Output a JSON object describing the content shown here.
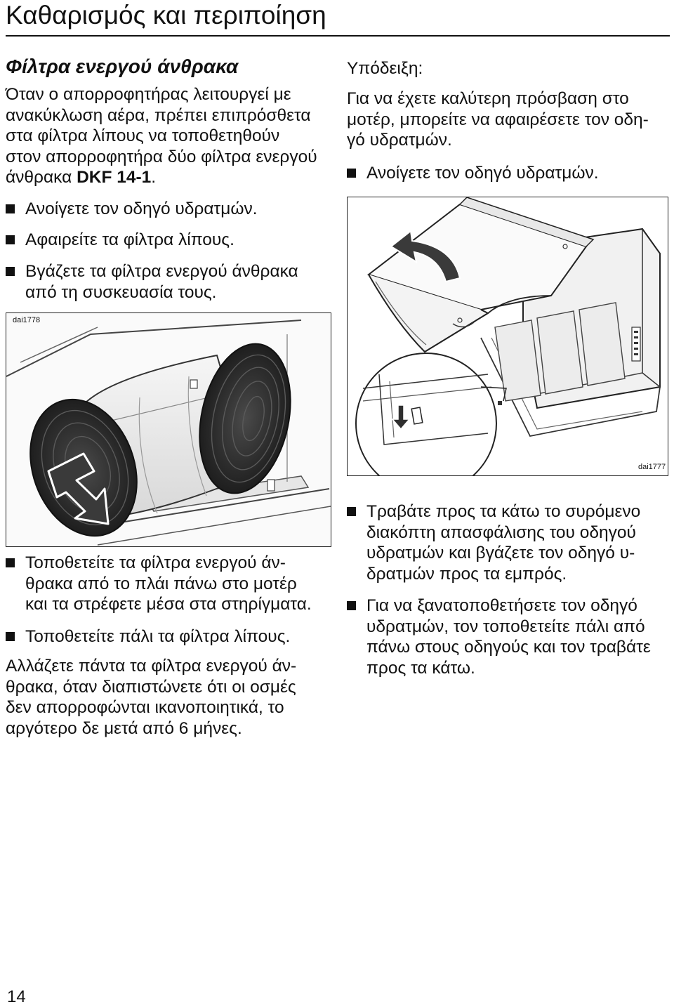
{
  "page_title": "Καθαρισμός και περιποίηση",
  "section_heading": "Φίλτρα ενεργού άνθρακα",
  "intro": {
    "lines": [
      "Όταν ο απορροφητήρας λειτουργεί με",
      "ανακύκλωση αέρα, πρέπει επιπρόσθετα",
      "στα φίλτρα λίπους να τοποθετηθούν",
      "στον απορροφητήρα δύο φίλτρα ενεργού"
    ],
    "last_line_prefix": "άνθρακα ",
    "model": "DKF 14-1",
    "last_line_suffix": "."
  },
  "left_steps_top": [
    {
      "lines": [
        "Ανοίγετε τον οδηγό υδρατμών."
      ]
    },
    {
      "lines": [
        "Αφαιρείτε τα φίλτρα λίπους."
      ]
    },
    {
      "lines": [
        "Βγάζετε τα φίλτρα ενεργού άνθρακα",
        "από τη συσκευασία τους."
      ]
    }
  ],
  "figure_left_label": "dai1778",
  "left_steps_bottom": [
    {
      "lines": [
        "Τοποθετείτε τα φίλτρα ενεργού άν-",
        "θρακα από το πλάι πάνω στο μοτέρ",
        "και τα στρέφετε μέσα στα στηρίγματα."
      ]
    },
    {
      "lines": [
        "Τοποθετείτε πάλι τα φίλτρα λίπους."
      ]
    }
  ],
  "closing_note": {
    "lines": [
      "Αλλάζετε πάντα τα φίλτρα ενεργού άν-",
      "θρακα, όταν διαπιστώνετε ότι οι οσμές",
      "δεν απορροφώνται ικανοποιητικά, το",
      "αργότερο δε μετά από 6 μήνες."
    ]
  },
  "hint": {
    "label": "Υπόδειξη:",
    "lines": [
      "Για να έχετε καλύτερη πρόσβαση στο",
      "μοτέρ, μπορείτε να αφαιρέσετε τον οδη-",
      "γό υδρατμών."
    ]
  },
  "right_step_top": {
    "lines": [
      "Ανοίγετε τον οδηγό υδρατμών."
    ]
  },
  "figure_right_label": "dai1777",
  "right_steps_bottom": [
    {
      "lines": [
        "Τραβάτε προς τα κάτω το συρόμενο",
        "διακόπτη απασφάλισης του οδηγού",
        "υδρατμών και βγάζετε τον οδηγό υ-",
        "δρατμών προς τα εμπρός."
      ]
    },
    {
      "lines": [
        "Για να ξανατοποθετήσετε τον οδηγό",
        "υδρατμών, τον τοποθετείτε πάλι από",
        "πάνω στους οδηγούς και τον τραβάτε",
        "προς τα κάτω."
      ]
    }
  ],
  "page_number": "14",
  "colors": {
    "text": "#111111",
    "filter_dark": "#2b2b2b",
    "metal_light": "#e4e4e4"
  }
}
